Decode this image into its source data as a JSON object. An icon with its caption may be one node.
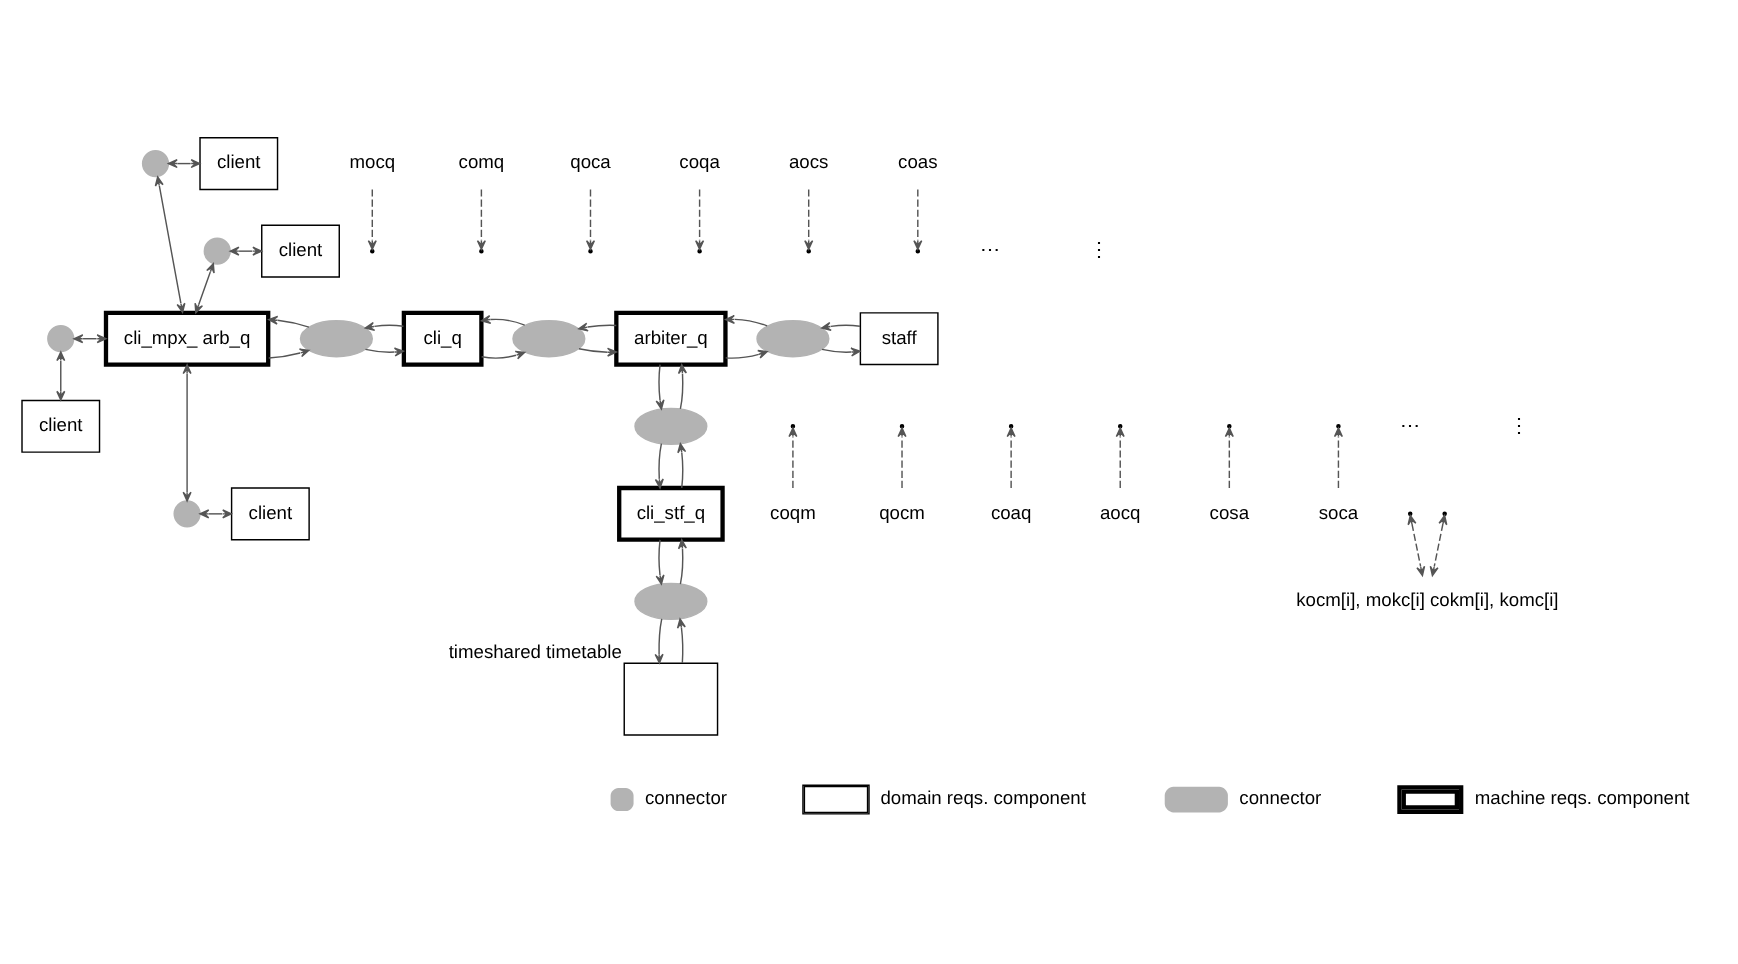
{
  "diagram": {
    "nodes": [
      {
        "text": [
          "client"
        ]
      },
      {
        "text": [
          "client"
        ]
      },
      {
        "text": [
          "client"
        ]
      },
      {
        "text": [
          "client"
        ]
      },
      {
        "text": [],
        "shape": "circle"
      },
      {
        "text": [],
        "shape": "circle"
      },
      {
        "text": [],
        "shape": "circle"
      },
      {
        "text": [],
        "shape": "circle"
      },
      {
        "text": [
          "cli_mpx_ arb_q"
        ]
      },
      {
        "text": [],
        "shape": "ellipse"
      },
      {
        "text": [
          "cli_q"
        ]
      },
      {
        "text": [],
        "shape": "ellipse"
      },
      {
        "text": [
          "arbiter_q"
        ]
      },
      {
        "text": [],
        "shape": "ellipse"
      },
      {
        "text": [
          "staff"
        ]
      },
      {
        "text": [],
        "shape": "ellipse"
      },
      {
        "text": [
          "cli_stf_q"
        ]
      },
      {
        "text": [],
        "shape": "ellipse"
      },
      {
        "text": [],
        "shape": "box",
        "beside": [
          "timeshared timetable"
        ]
      },
      {
        "text": [
          "mocq"
        ]
      },
      {
        "text": [
          "comq"
        ]
      },
      {
        "text": [
          "qoca"
        ]
      },
      {
        "text": [
          "coqa"
        ]
      },
      {
        "text": [
          "aocs"
        ]
      },
      {
        "text": [
          "coas"
        ]
      },
      {
        "text": [
          "coqm"
        ]
      },
      {
        "text": [
          "qocm"
        ]
      },
      {
        "text": [
          "coaq"
        ]
      },
      {
        "text": [
          "aocq"
        ]
      },
      {
        "text": [
          "cosa"
        ]
      },
      {
        "text": [
          "soca"
        ]
      },
      {
        "text": [
          "kocm[i], mokc[i] cokm[i], komc[i]"
        ]
      }
    ],
    "edges": [
      {
        "from": 4,
        "to": 0,
        "arrow": "both"
      },
      {
        "from": 4,
        "to": 8,
        "arrow": "both"
      },
      {
        "from": 5,
        "to": 1,
        "arrow": "both"
      },
      {
        "from": 5,
        "to": 8,
        "arrow": "both"
      },
      {
        "from": 6,
        "to": 8,
        "arrow": "both"
      },
      {
        "from": 6,
        "to": 2,
        "arrow": "both"
      },
      {
        "from": 7,
        "to": 8,
        "arrow": "both"
      },
      {
        "from": 7,
        "to": 3,
        "arrow": "both"
      },
      {
        "from": 8,
        "to": 9,
        "arrow": "to"
      },
      {
        "from": 9,
        "to": 8,
        "arrow": "to"
      },
      {
        "from": 9,
        "to": 10,
        "arrow": "to"
      },
      {
        "from": 10,
        "to": 9,
        "arrow": "to"
      },
      {
        "from": 10,
        "to": 11,
        "arrow": "to"
      },
      {
        "from": 11,
        "to": 10,
        "arrow": "to"
      },
      {
        "from": 11,
        "to": 12,
        "arrow": "to"
      },
      {
        "from": 12,
        "to": 11,
        "arrow": "to"
      },
      {
        "from": 12,
        "to": 13,
        "arrow": "to"
      },
      {
        "from": 13,
        "to": 12,
        "arrow": "to"
      },
      {
        "from": 13,
        "to": 14,
        "arrow": "to"
      },
      {
        "from": 14,
        "to": 13,
        "arrow": "to"
      },
      {
        "from": 12,
        "to": 15,
        "arrow": "to"
      },
      {
        "from": 15,
        "to": 12,
        "arrow": "to"
      },
      {
        "from": 15,
        "to": 16,
        "arrow": "to"
      },
      {
        "from": 16,
        "to": 15,
        "arrow": "to"
      },
      {
        "from": 16,
        "to": 17,
        "arrow": "to"
      },
      {
        "from": 17,
        "to": 16,
        "arrow": "to"
      },
      {
        "from": 17,
        "to": 18,
        "arrow": "to"
      },
      {
        "from": 18,
        "to": 17,
        "arrow": "to"
      },
      {
        "from": 19,
        "to": null,
        "arrow": "to",
        "style": "dashed"
      },
      {
        "from": 20,
        "to": null,
        "arrow": "to",
        "style": "dashed"
      },
      {
        "from": 21,
        "to": null,
        "arrow": "to",
        "style": "dashed"
      },
      {
        "from": 22,
        "to": null,
        "arrow": "to",
        "style": "dashed"
      },
      {
        "from": 23,
        "to": null,
        "arrow": "to",
        "style": "dashed"
      },
      {
        "from": 24,
        "to": null,
        "arrow": "to",
        "style": "dashed"
      },
      {
        "from": 25,
        "to": null,
        "arrow": "to",
        "style": "dashed"
      },
      {
        "from": 26,
        "to": null,
        "arrow": "to",
        "style": "dashed"
      },
      {
        "from": 27,
        "to": null,
        "arrow": "to",
        "style": "dashed"
      },
      {
        "from": 28,
        "to": null,
        "arrow": "to",
        "style": "dashed"
      },
      {
        "from": 29,
        "to": null,
        "arrow": "to",
        "style": "dashed"
      },
      {
        "from": 30,
        "to": null,
        "arrow": "to",
        "style": "dashed"
      },
      {
        "from": null,
        "to": 31,
        "arrow": "both",
        "style": "dashed"
      },
      {
        "from": null,
        "to": 31,
        "arrow": "both",
        "style": "dashed"
      }
    ],
    "labels": [
      "⋯",
      "⋮",
      "⋯",
      "⋮"
    ],
    "legend": [
      {
        "text": "connector"
      },
      {
        "text": "domain reqs. component"
      },
      {
        "text": "connector"
      },
      {
        "text": "machine reqs. component"
      }
    ]
  }
}
